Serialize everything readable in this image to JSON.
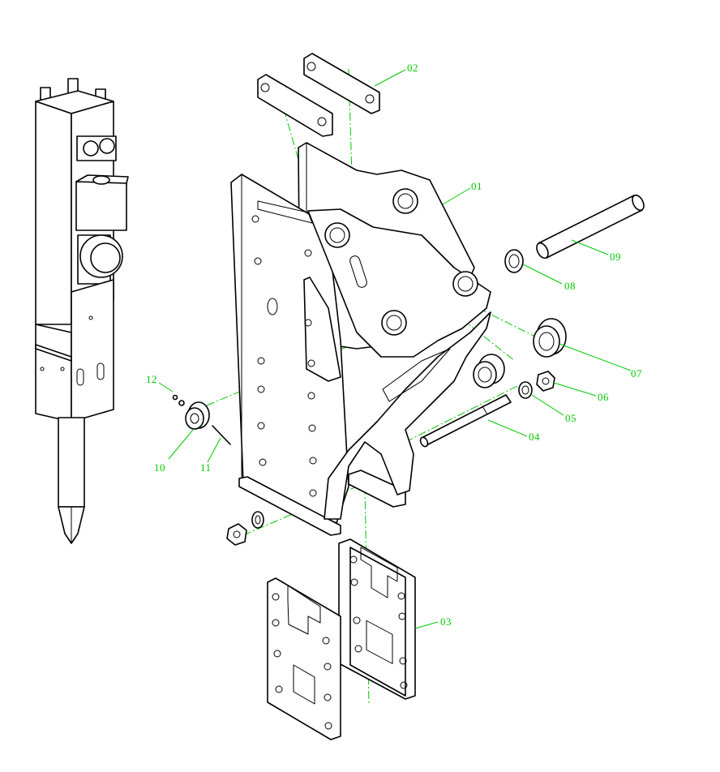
{
  "colors": {
    "line": "#000000",
    "callout": "#00c800",
    "background": "#ffffff"
  },
  "callouts": [
    {
      "id": "01",
      "label": "01"
    },
    {
      "id": "02",
      "label": "02"
    },
    {
      "id": "03",
      "label": "03"
    },
    {
      "id": "04",
      "label": "04"
    },
    {
      "id": "05",
      "label": "05"
    },
    {
      "id": "06",
      "label": "06"
    },
    {
      "id": "07",
      "label": "07"
    },
    {
      "id": "08",
      "label": "08"
    },
    {
      "id": "09",
      "label": "09"
    },
    {
      "id": "10",
      "label": "10"
    },
    {
      "id": "11",
      "label": "11"
    },
    {
      "id": "12",
      "label": "12"
    }
  ]
}
